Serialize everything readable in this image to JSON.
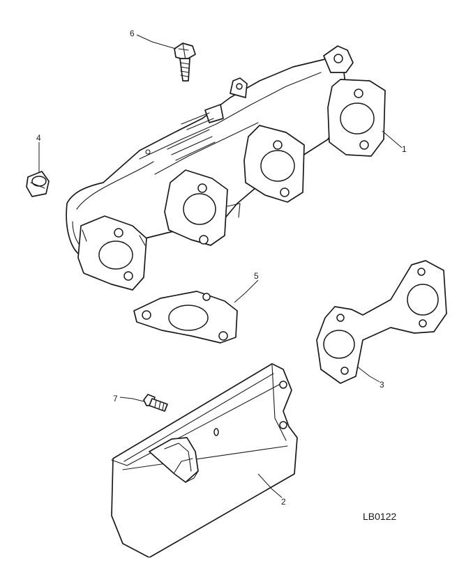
{
  "figure": {
    "reference_code": "LB0122",
    "callouts": [
      "1",
      "2",
      "3",
      "4",
      "5",
      "6",
      "7"
    ]
  }
}
